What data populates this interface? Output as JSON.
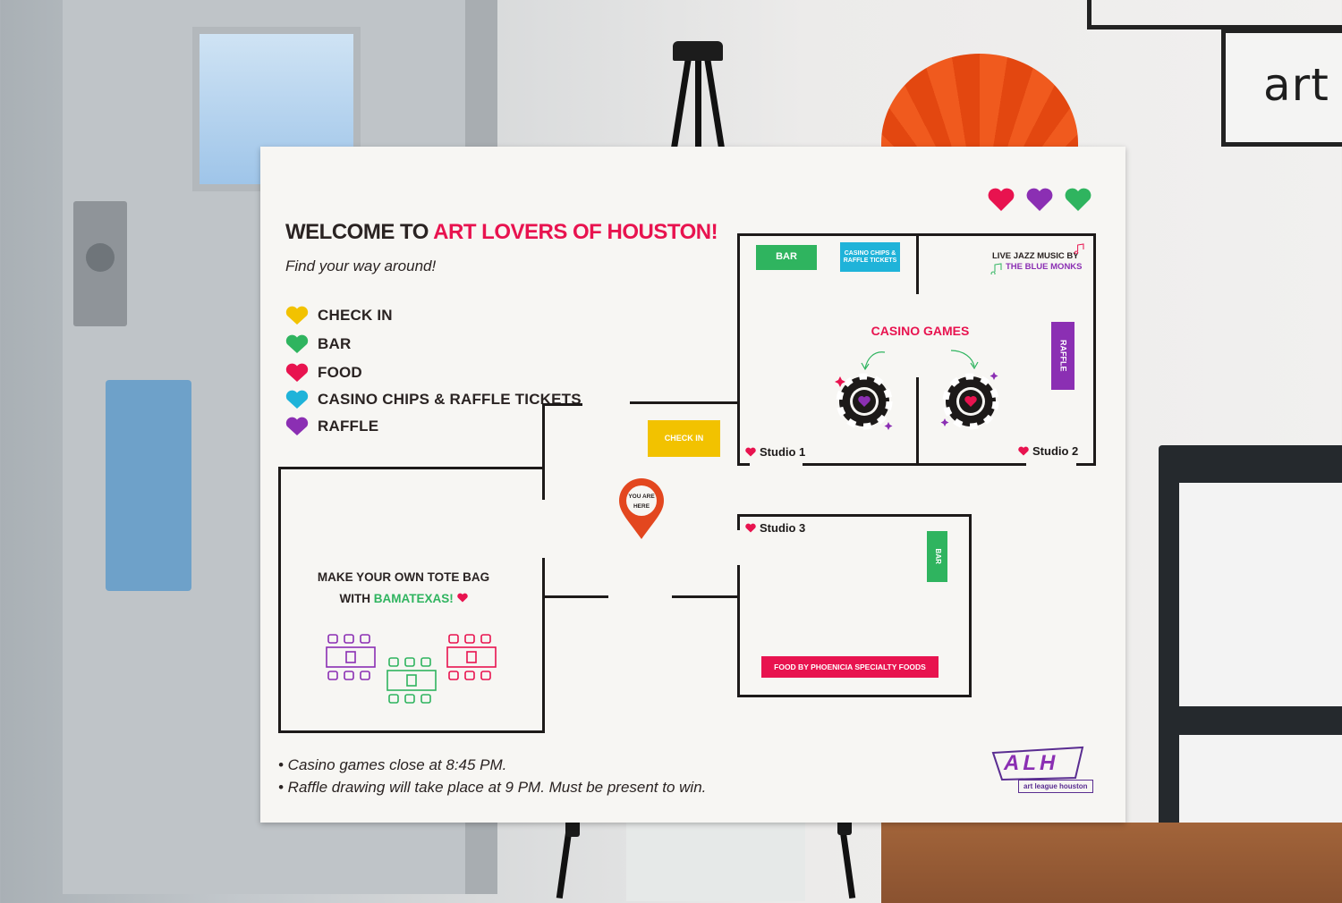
{
  "colors": {
    "red": "#e8134f",
    "purple": "#8b2fb3",
    "green": "#2fb45f",
    "yellow": "#f2c200",
    "cyan": "#1fb3d9",
    "dark": "#1d1a19",
    "orange_pin": "#e3471f"
  },
  "poster": {
    "title_part1": "WELCOME TO",
    "title_part2": "ART LOVERS OF HOUSTON!",
    "subtitle": "Find your way around!",
    "legend": [
      {
        "label": "CHECK IN",
        "color": "#f2c200",
        "icon": "heart-icon"
      },
      {
        "label": "BAR",
        "color": "#2fb45f",
        "icon": "heart-icon"
      },
      {
        "label": "FOOD",
        "color": "#e8134f",
        "icon": "heart-icon"
      },
      {
        "label": "CASINO CHIPS & RAFFLE TICKETS",
        "color": "#1fb3d9",
        "icon": "heart-icon"
      },
      {
        "label": "RAFFLE",
        "color": "#8b2fb3",
        "icon": "heart-icon"
      }
    ],
    "notes": [
      "• Casino games close at 8:45 PM.",
      "• Raffle drawing will take place at 9 PM. Must be present to win."
    ],
    "top_hearts": [
      "#e8134f",
      "#8b2fb3",
      "#2fb45f"
    ],
    "logo": {
      "letters": "ALH",
      "caption": "art league houston"
    }
  },
  "map": {
    "studio1": {
      "label": "Studio 1",
      "bar": "BAR",
      "chips": "CASINO CHIPS & RAFFLE TICKETS",
      "casino": "CASINO GAMES"
    },
    "studio2": {
      "label": "Studio 2",
      "jazz_line1": "LIVE JAZZ MUSIC BY",
      "jazz_line2": "THE BLUE MONKS",
      "raffle": "RAFFLE"
    },
    "studio3": {
      "label": "Studio 3",
      "bar": "BAR",
      "food": "FOOD BY PHOENICIA SPECIALTY FOODS"
    },
    "check_in": "CHECK IN",
    "you_are_here_1": "YOU ARE",
    "you_are_here_2": "HERE",
    "tote_line1": "MAKE YOUR OWN TOTE BAG",
    "tote_line2_prefix": "WITH",
    "tote_line2_brand": "BAMATEXAS!"
  },
  "background": {
    "wall_sign": "art"
  }
}
